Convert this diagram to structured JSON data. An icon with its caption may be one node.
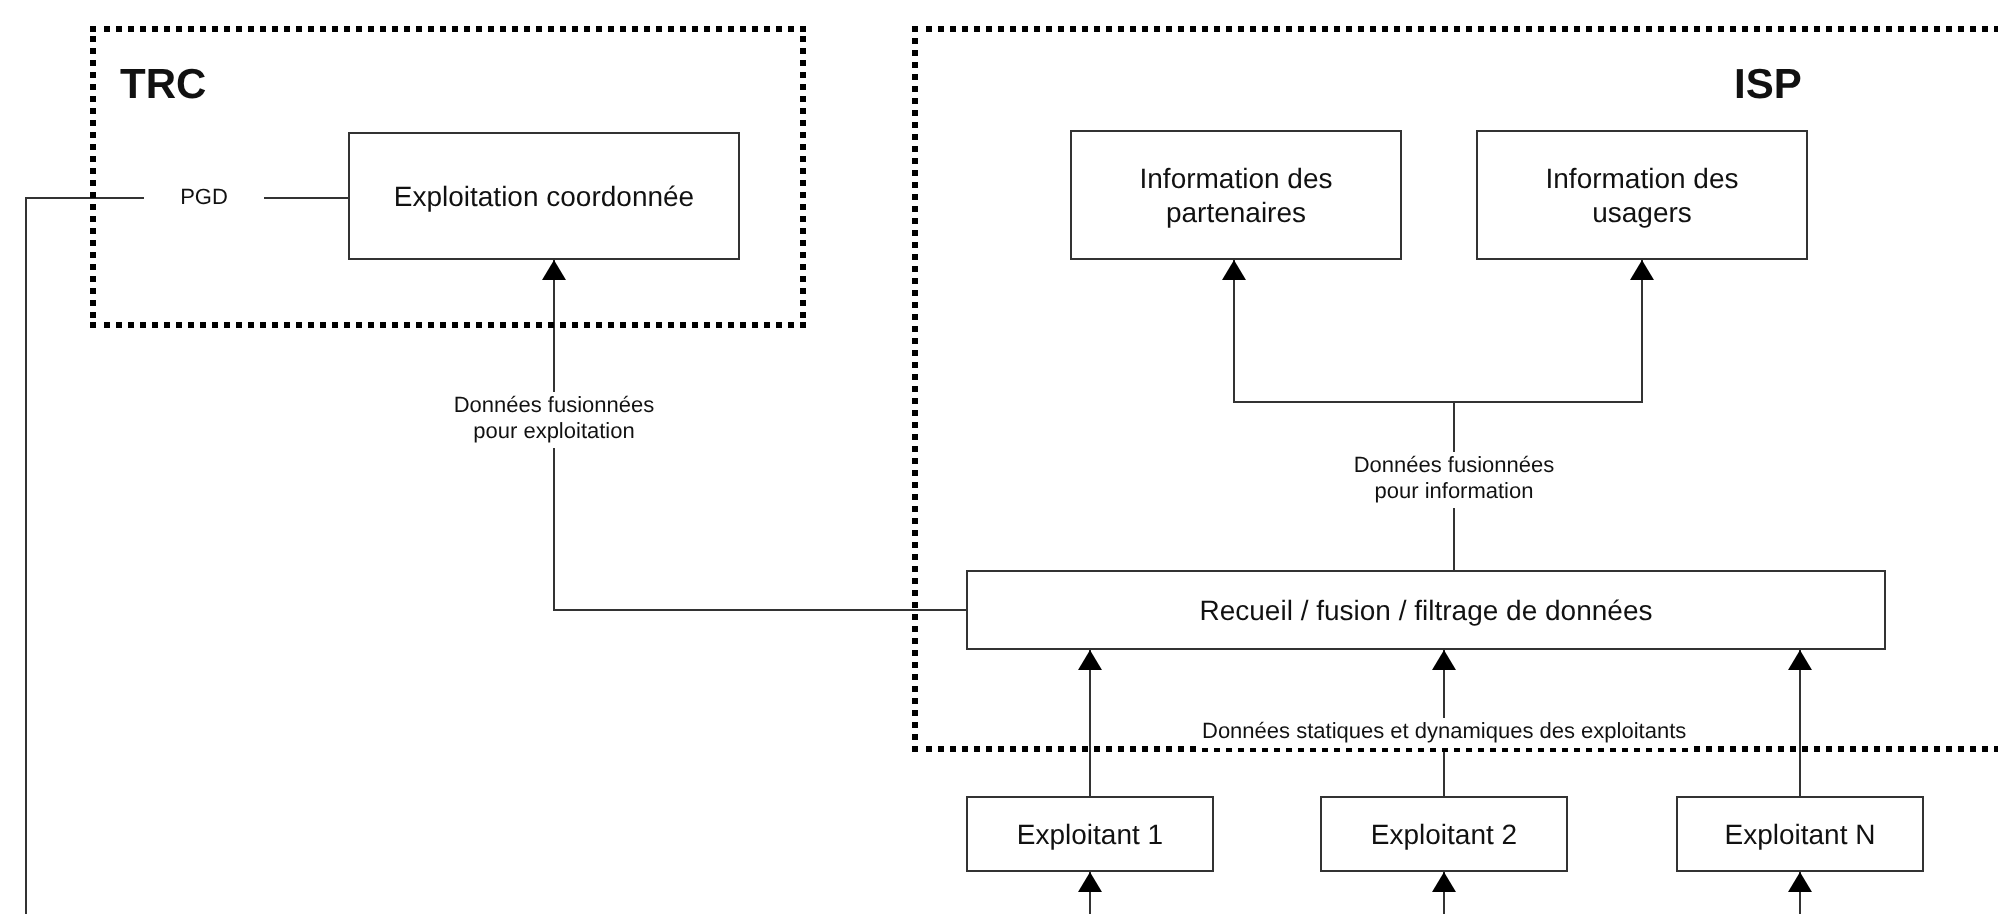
{
  "diagram": {
    "nodes": [
      {
        "text": [
          "TRC"
        ]
      },
      {
        "text": [
          "PGD"
        ],
        "in": 0
      },
      {
        "text": [
          "Exploitation coordonnée"
        ],
        "in": 0
      },
      {
        "text": [
          "ISP"
        ]
      },
      {
        "text": [
          "Information des partenaires"
        ],
        "in": 3
      },
      {
        "text": [
          "Information des usagers"
        ],
        "in": 3
      },
      {
        "text": [
          "Recueil / fusion / filtrage de données"
        ],
        "in": 3
      },
      {
        "text": [
          "Exploitant 1"
        ]
      },
      {
        "text": [
          "Exploitant 2"
        ]
      },
      {
        "text": [
          "Exploitant N"
        ]
      }
    ],
    "edges": [
      {
        "from": 1,
        "to": 2,
        "arrow": "none"
      },
      {
        "from": 1,
        "to": null,
        "arrow": "none"
      },
      {
        "from": 6,
        "to": 2,
        "arrow": "to",
        "label": "Données fusionnées pour exploitation"
      },
      {
        "from": 6,
        "to": 4,
        "arrow": "to",
        "label": "Données fusionnées pour information"
      },
      {
        "from": 6,
        "to": 5,
        "arrow": "to"
      },
      {
        "from": 7,
        "to": 6,
        "arrow": "to"
      },
      {
        "from": 8,
        "to": 6,
        "arrow": "to",
        "label": "Données statiques et dynamiques des exploitants"
      },
      {
        "from": 9,
        "to": 6,
        "arrow": "to"
      },
      {
        "from": null,
        "to": 7,
        "arrow": "to"
      },
      {
        "from": null,
        "to": 8,
        "arrow": "to"
      },
      {
        "from": null,
        "to": 9,
        "arrow": "to"
      }
    ]
  }
}
